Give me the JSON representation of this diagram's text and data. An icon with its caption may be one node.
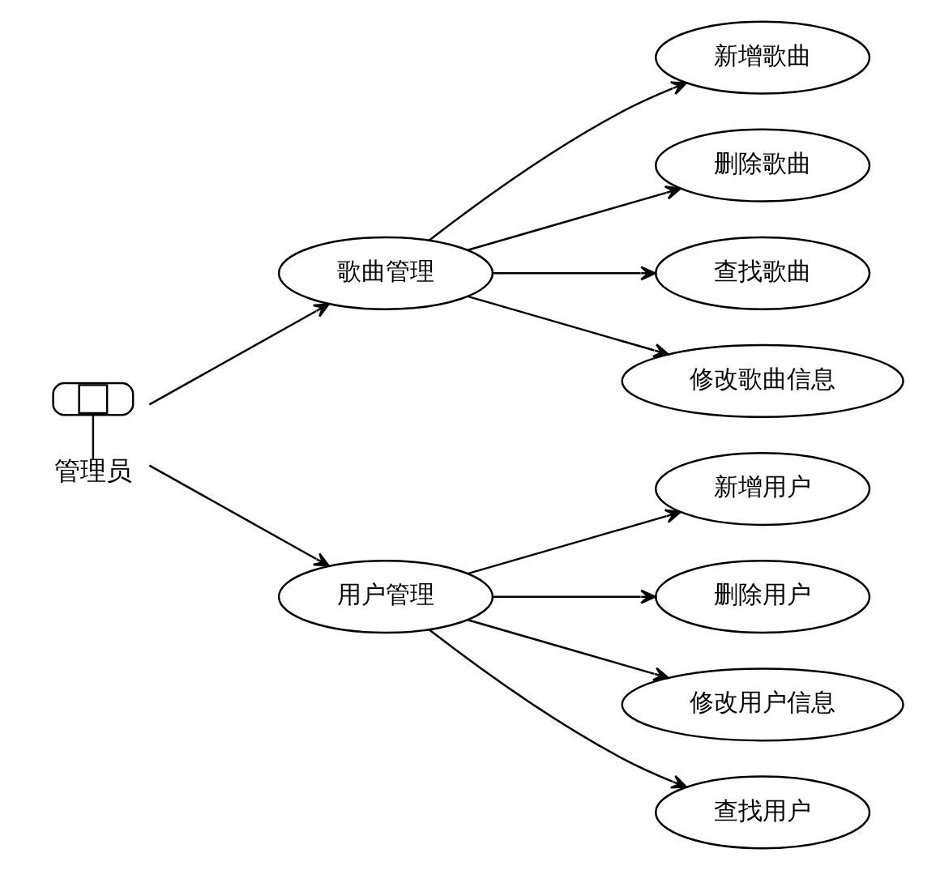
{
  "diagram": {
    "nodes": [
      {
        "text": [
          "管理员"
        ]
      },
      {
        "text": [
          "歌曲管理"
        ]
      },
      {
        "text": [
          "新增歌曲"
        ]
      },
      {
        "text": [
          "删除歌曲"
        ]
      },
      {
        "text": [
          "查找歌曲"
        ]
      },
      {
        "text": [
          "修改歌曲信息"
        ]
      },
      {
        "text": [
          "用户管理"
        ]
      },
      {
        "text": [
          "新增用户"
        ]
      },
      {
        "text": [
          "删除用户"
        ]
      },
      {
        "text": [
          "修改用户信息"
        ]
      },
      {
        "text": [
          "查找用户"
        ]
      }
    ],
    "edges": [
      {
        "from": 0,
        "to": 1,
        "arrow": "to"
      },
      {
        "from": 0,
        "to": 6,
        "arrow": "to"
      },
      {
        "from": 1,
        "to": 2,
        "arrow": "to"
      },
      {
        "from": 1,
        "to": 3,
        "arrow": "to"
      },
      {
        "from": 1,
        "to": 4,
        "arrow": "to"
      },
      {
        "from": 1,
        "to": 5,
        "arrow": "to"
      },
      {
        "from": 6,
        "to": 7,
        "arrow": "to"
      },
      {
        "from": 6,
        "to": 8,
        "arrow": "to"
      },
      {
        "from": 6,
        "to": 9,
        "arrow": "to"
      },
      {
        "from": 6,
        "to": 10,
        "arrow": "to"
      }
    ]
  }
}
